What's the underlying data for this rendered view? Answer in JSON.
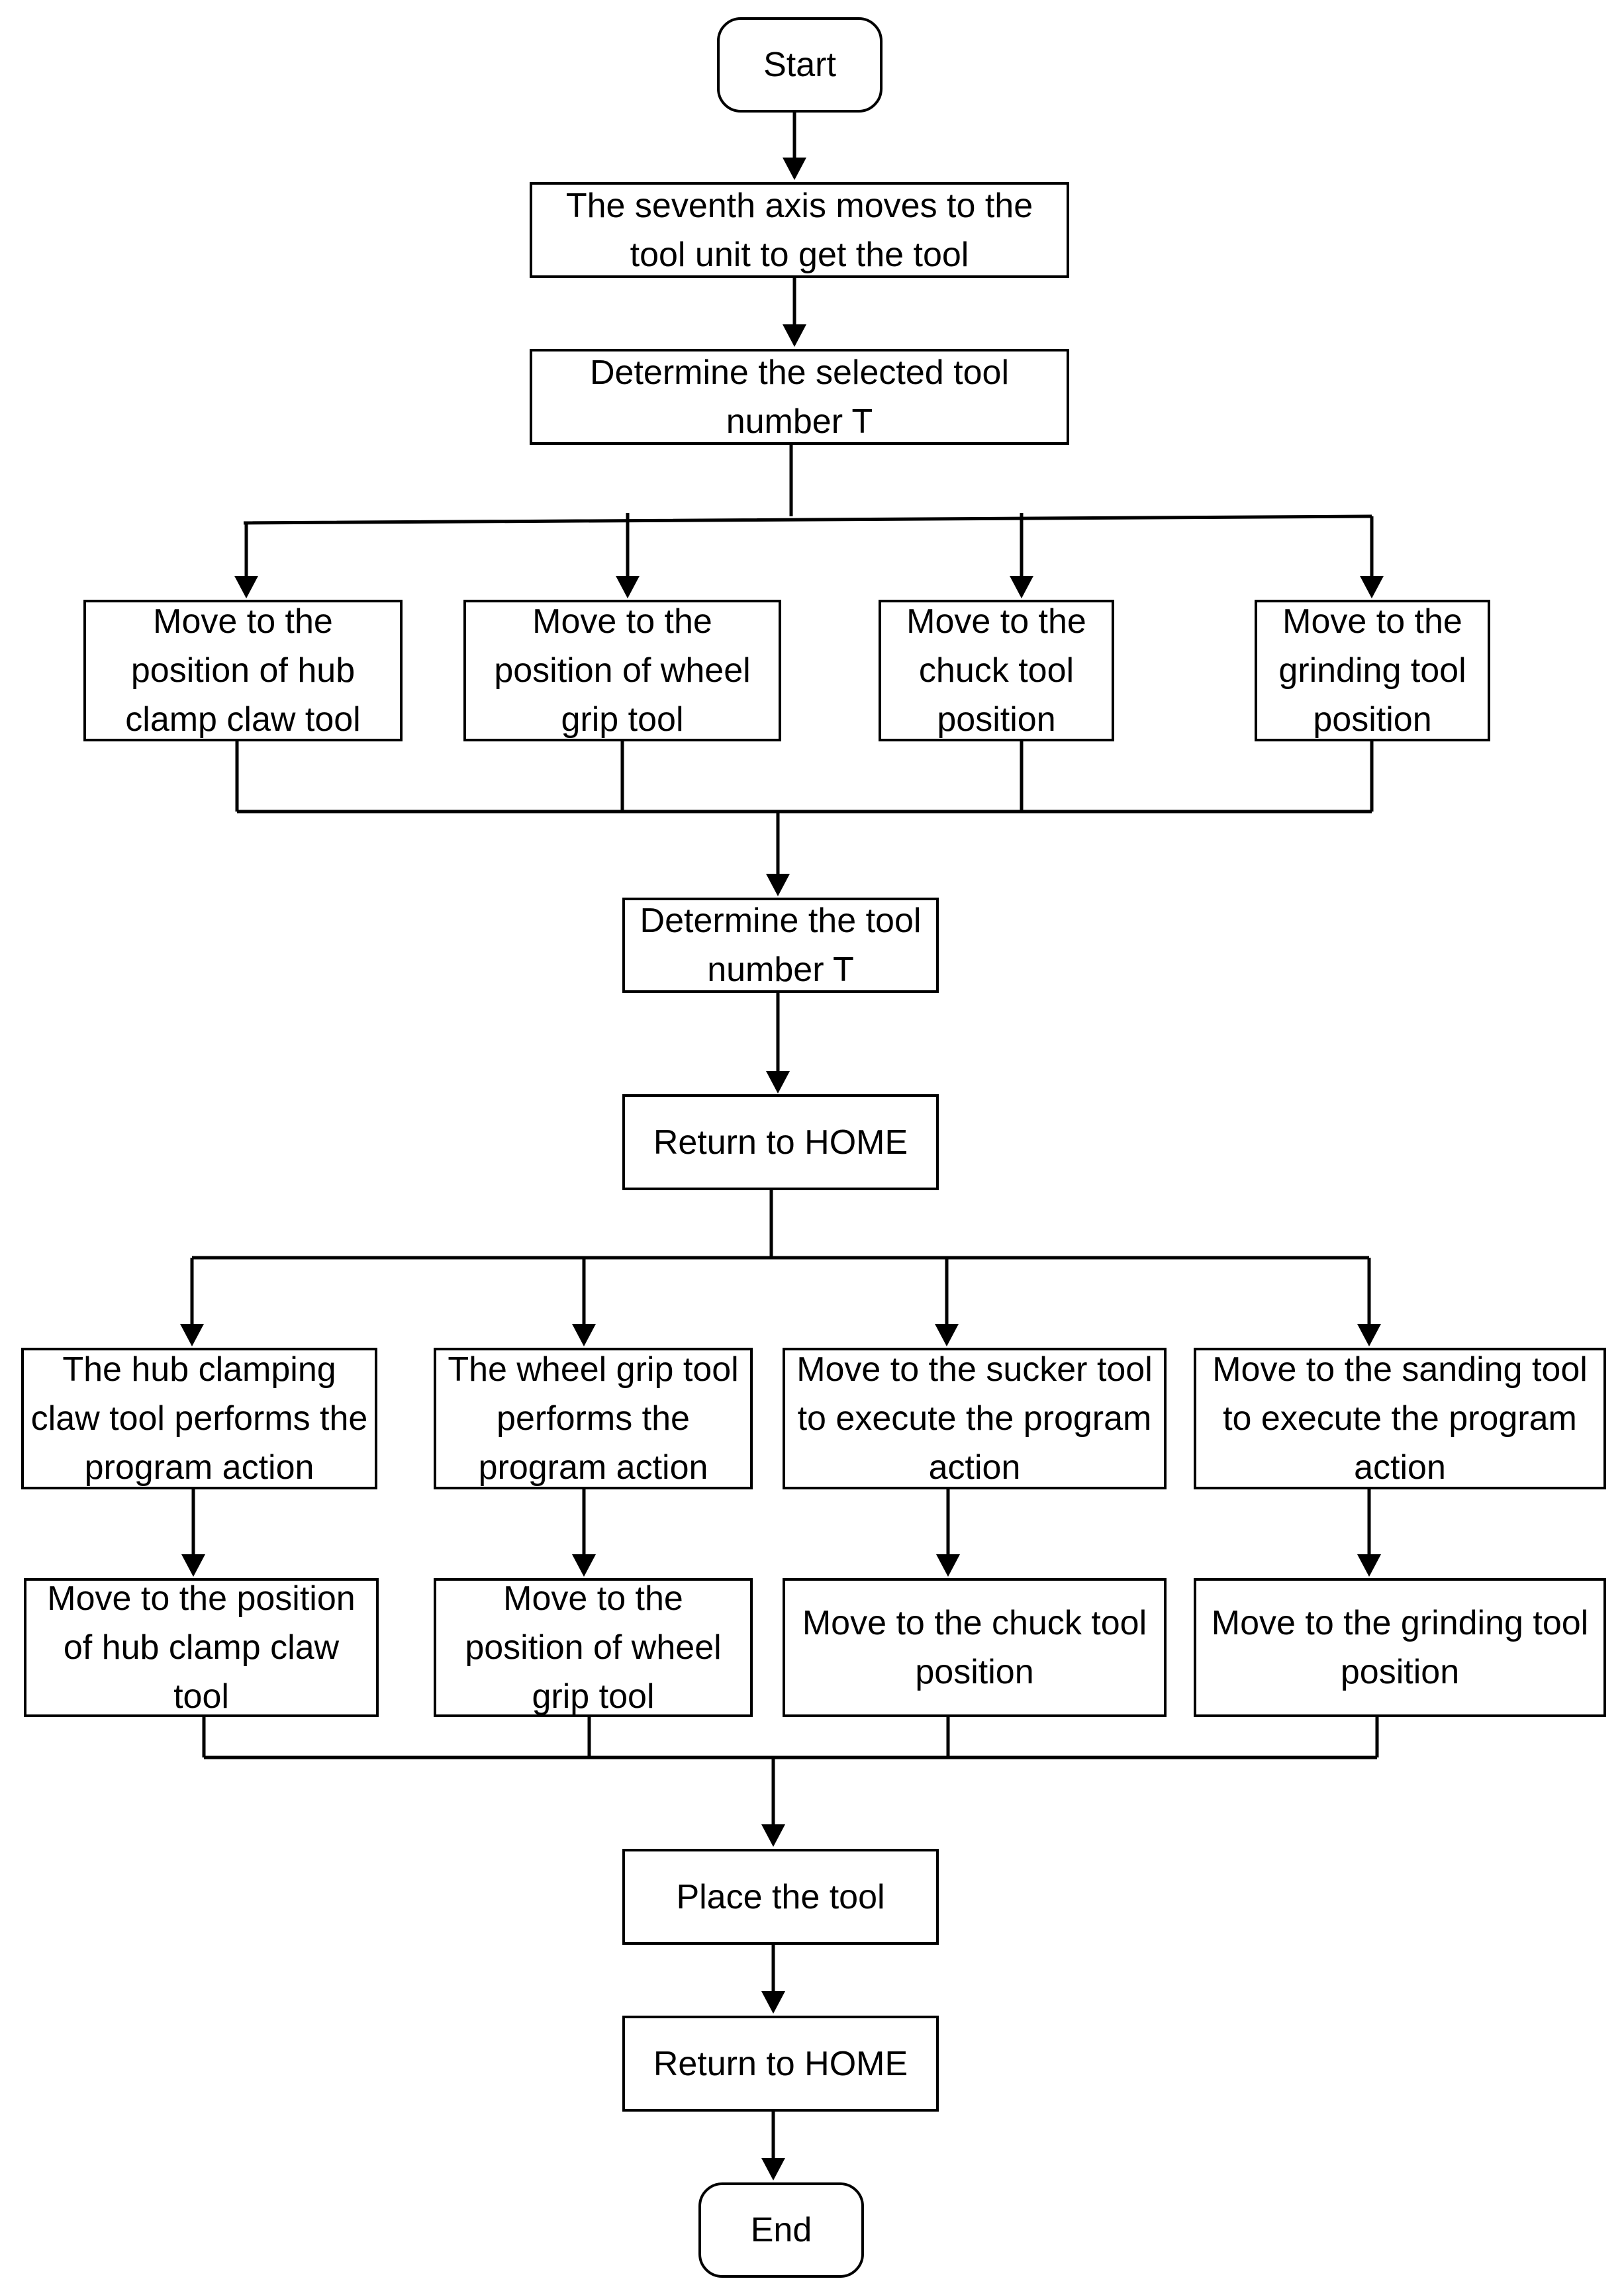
{
  "diagram": {
    "colors": {
      "line": "#000000",
      "box_border": "#000000",
      "text": "#000000",
      "background": "#ffffff"
    },
    "nodes": {
      "start": "Start",
      "seventh_axis": "The seventh axis moves to the tool unit to get the tool",
      "determine_selected": "Determine the selected tool number T",
      "move_hub_1": "Move to the position of hub clamp claw tool",
      "move_wheel_1": "Move to the position of wheel grip tool",
      "move_chuck_1": "Move to the chuck tool position",
      "move_grinding_1": "Move to the grinding tool position",
      "determine_tool": "Determine the tool number T",
      "return_home_1": "Return to HOME",
      "hub_action": "The hub clamping claw tool performs the program action",
      "wheel_action": "The wheel grip tool performs the program action",
      "sucker_action": "Move to the sucker tool to execute the program action",
      "sanding_action": "Move to the sanding tool to execute the program action",
      "move_hub_2": "Move to the position of hub clamp claw tool",
      "move_wheel_2": "Move to the position of wheel grip tool",
      "move_chuck_2": "Move to the chuck tool position",
      "move_grinding_2": "Move to the grinding tool position",
      "place_tool": "Place the tool",
      "return_home_2": "Return to HOME",
      "end": "End"
    }
  }
}
